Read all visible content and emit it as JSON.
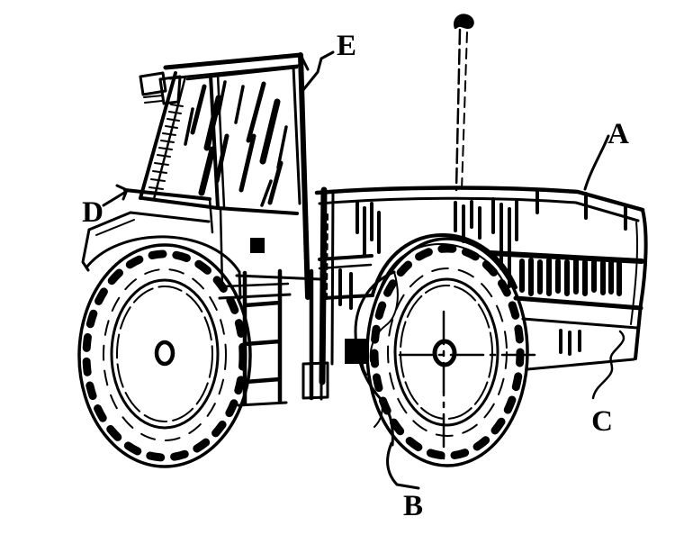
{
  "figure": {
    "style": "hand-drawn patent-style line art",
    "subject": "side view of a utility tractor with enclosed cab, cargo bed, mast antenna and two wheels",
    "background_color": "#ffffff",
    "ink_color": "#000000",
    "callouts": [
      {
        "letter": "A",
        "part": "cargo-bed-top-rail"
      },
      {
        "letter": "B",
        "part": "tank-under-bed-front-of-rear-wheel"
      },
      {
        "letter": "C",
        "part": "bed-lower-side-panel"
      },
      {
        "letter": "D",
        "part": "front-hood"
      },
      {
        "letter": "E",
        "part": "cab-roof-corner"
      }
    ]
  }
}
